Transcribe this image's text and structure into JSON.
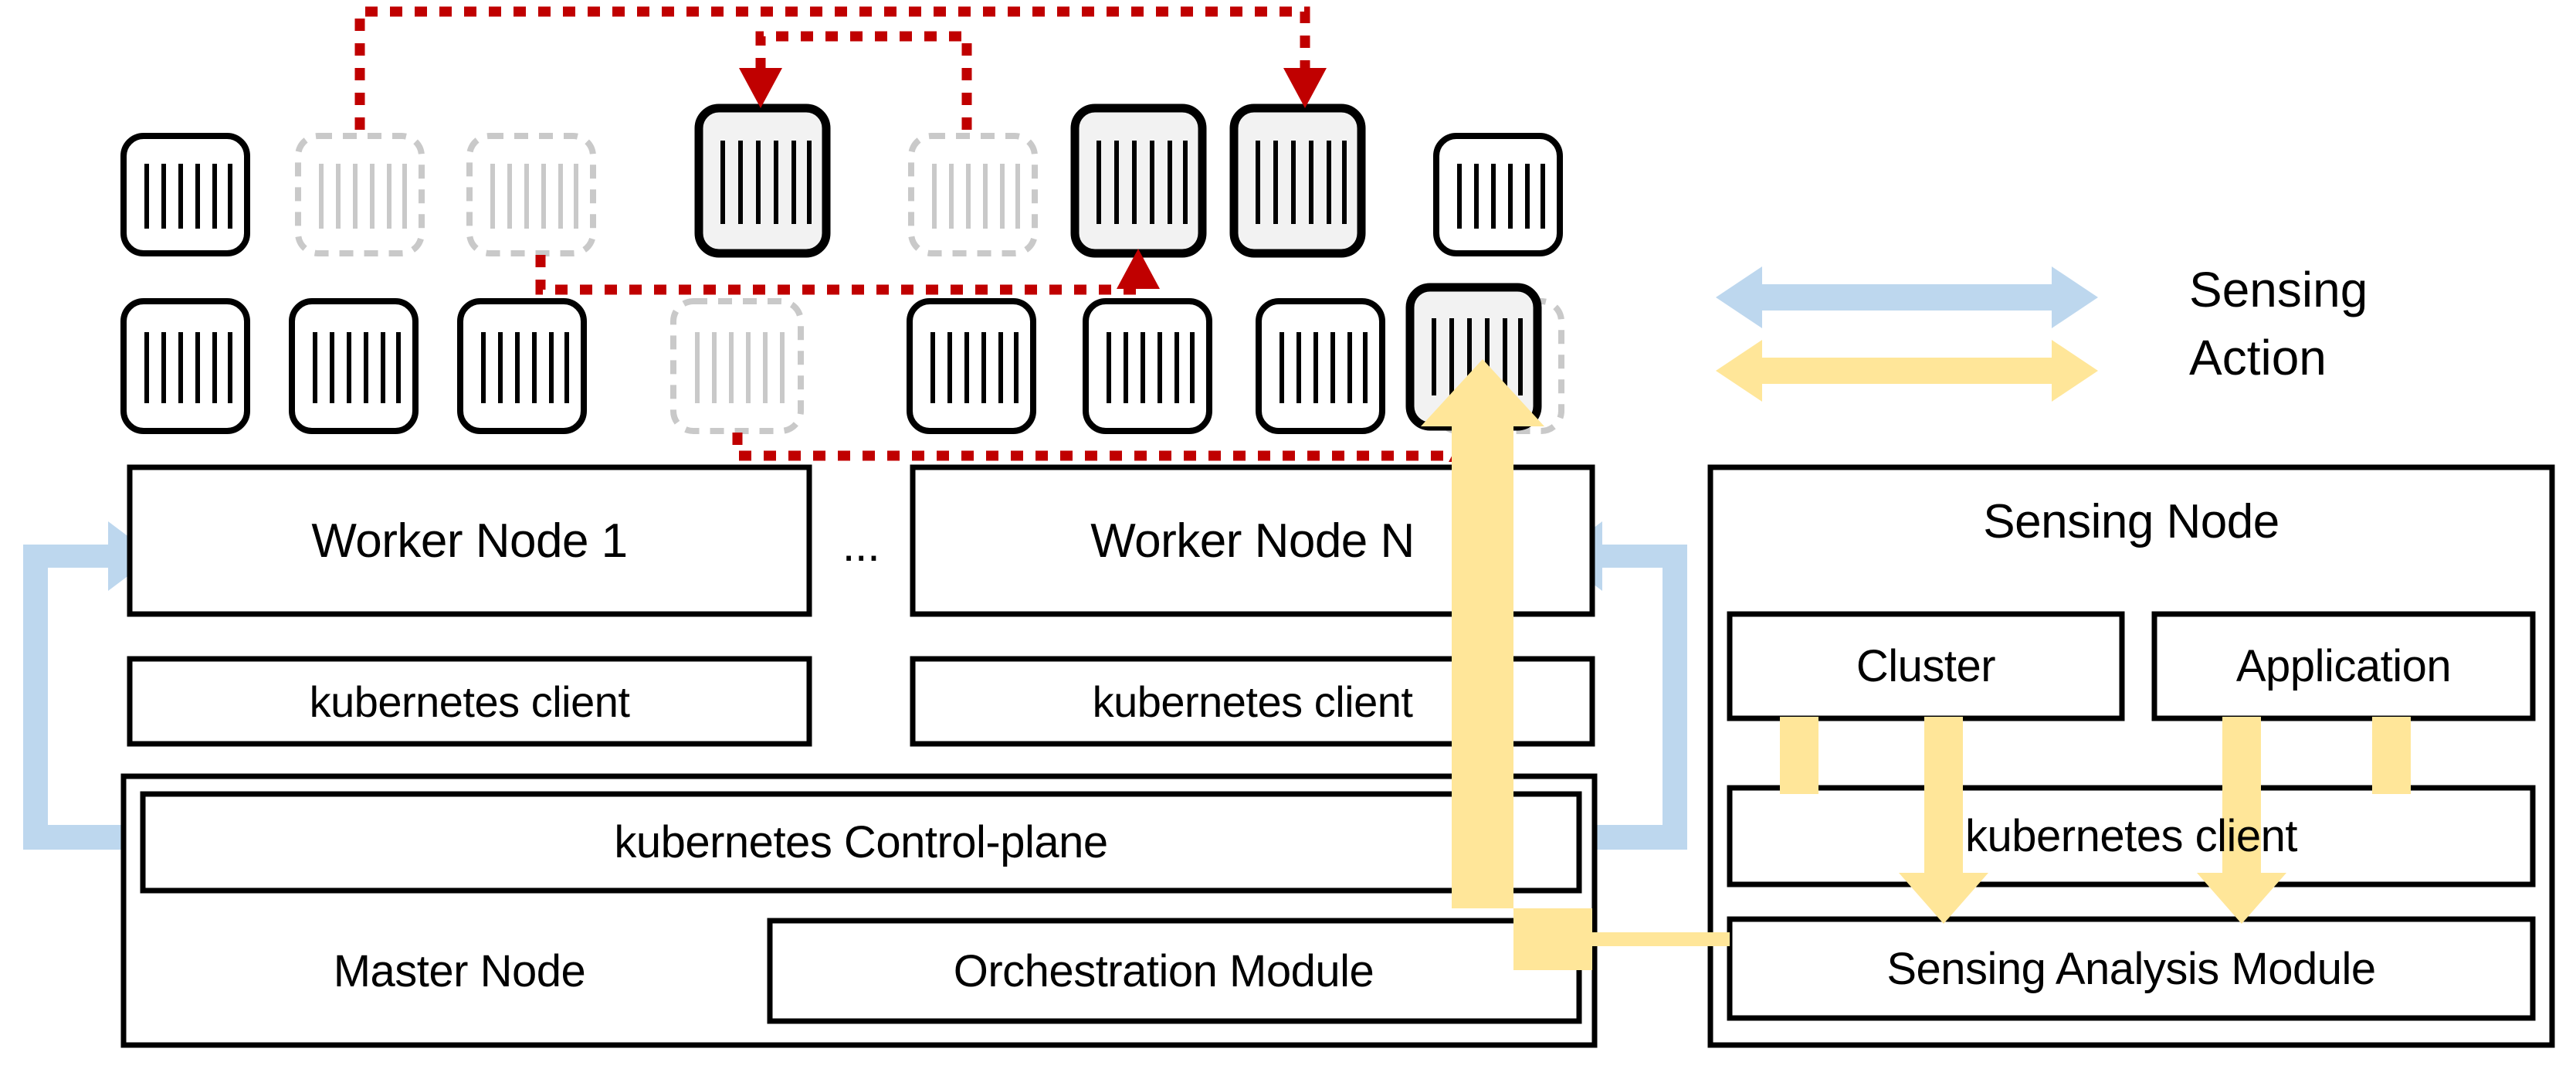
{
  "diagram": {
    "title": "Kubernetes cluster sensing and orchestration architecture",
    "colors": {
      "sensing_arrow": "#bdd7ee",
      "action_arrow": "#ffe699",
      "migration_path": "#c00000",
      "pod_active_fill": "#f2f2f2",
      "pod_inactive_stroke": "#c9c9c9",
      "box_stroke": "#000000"
    }
  },
  "legend": {
    "items": [
      {
        "label": "Sensing",
        "color": "#bdd7ee",
        "icon": "double-headed-arrow-icon"
      },
      {
        "label": "Action",
        "color": "#ffe699",
        "icon": "double-headed-arrow-icon"
      }
    ]
  },
  "cluster": {
    "worker_nodes": [
      {
        "name": "Worker Node 1",
        "client": "kubernetes client"
      },
      {
        "name": "Worker Node N",
        "client": "kubernetes client"
      }
    ],
    "ellipsis": "...",
    "master_node": {
      "name": "Master Node",
      "control_plane": "kubernetes Control-plane",
      "orchestration_module": "Orchestration Module"
    }
  },
  "sensing_node": {
    "name": "Sensing Node",
    "sources": [
      "Cluster",
      "Application"
    ],
    "client": "kubernetes client",
    "analysis_module": "Sensing Analysis Module"
  },
  "pods": {
    "row1": [
      {
        "state": "active"
      },
      {
        "state": "inactive"
      },
      {
        "state": "inactive"
      },
      {
        "state": "migrated"
      },
      {
        "state": "inactive"
      },
      {
        "state": "migrated"
      },
      {
        "state": "migrated"
      },
      {
        "state": "active"
      }
    ],
    "row2": [
      {
        "state": "active"
      },
      {
        "state": "active"
      },
      {
        "state": "active"
      },
      {
        "state": "inactive"
      },
      {
        "state": "active"
      },
      {
        "state": "active"
      },
      {
        "state": "active"
      },
      {
        "state": "migrated"
      }
    ]
  }
}
